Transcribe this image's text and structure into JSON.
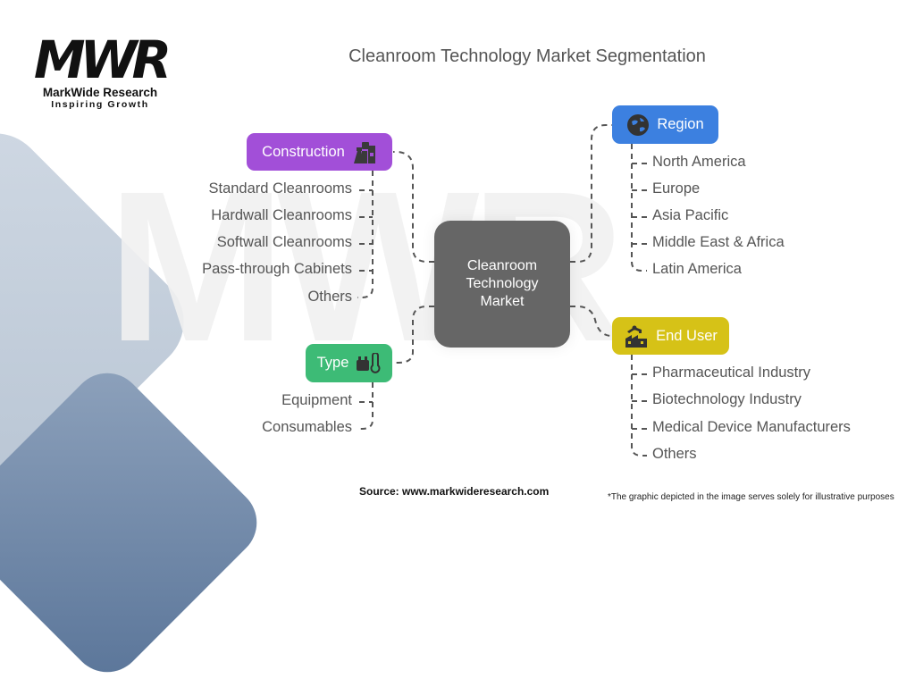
{
  "brand": {
    "logo_mark": "MWR",
    "name": "MarkWide Research",
    "tagline": "Inspiring Growth"
  },
  "title": "Cleanroom Technology Market Segmentation",
  "center_node": {
    "line1": "Cleanroom",
    "line2": "Technology",
    "line3": "Market",
    "color": "#666666"
  },
  "segments": {
    "construction": {
      "label": "Construction",
      "icon": "construction-tools-icon",
      "color": "#a24fd8",
      "items": [
        "Standard Cleanrooms",
        "Hardwall Cleanrooms",
        "Softwall Cleanrooms",
        "Pass-through Cabinets",
        "Others"
      ]
    },
    "type": {
      "label": "Type",
      "icon": "equipment-thermometer-icon",
      "color": "#3dbb76",
      "items": [
        "Equipment",
        "Consumables"
      ]
    },
    "region": {
      "label": "Region",
      "icon": "globe-icon",
      "color": "#3c80e0",
      "items": [
        "North America",
        "Europe",
        "Asia Pacific",
        "Middle East & Africa",
        "Latin America"
      ]
    },
    "end_user": {
      "label": "End User",
      "icon": "factory-robot-arm-icon",
      "color": "#d6c217",
      "items": [
        "Pharmaceutical Industry",
        "Biotechnology Industry",
        "Medical Device Manufacturers",
        "Others"
      ]
    }
  },
  "footer": {
    "source": "Source: www.markwideresearch.com",
    "disclaimer": "*The graphic depicted in the image serves solely for illustrative purposes"
  }
}
